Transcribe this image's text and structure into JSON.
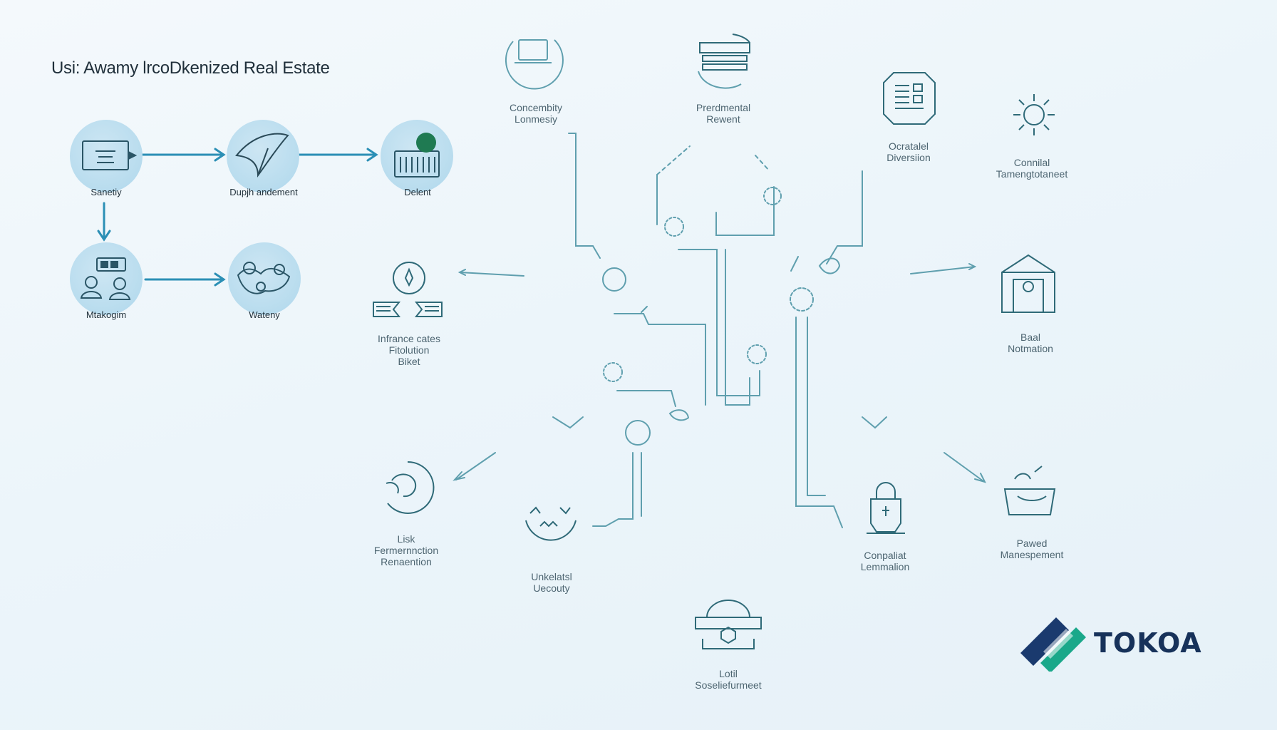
{
  "title": "Usi: Awamy lrcoDkenized Real Estate",
  "flow": {
    "nodes": [
      {
        "label": "Sanetiy"
      },
      {
        "label": "Dupjh andement"
      },
      {
        "label": "Delent"
      },
      {
        "label": "Mtakogim"
      },
      {
        "label": "Wateny"
      }
    ]
  },
  "nodes": {
    "concembity": {
      "line1": "Concembity",
      "line2": "Lonmesiy"
    },
    "prerdmental": {
      "line1": "Prerdmental",
      "line2": "Rewent"
    },
    "ocratalel": {
      "line1": "Ocratalel",
      "line2": "Diversiion"
    },
    "connilal": {
      "line1": "Connilal",
      "line2": "Tamengtotaneet"
    },
    "infrance": {
      "line1": "Infrance cates",
      "line2": "Fitolution",
      "line3": "Biket"
    },
    "baal": {
      "line1": "Baal",
      "line2": "Notmation"
    },
    "lisk": {
      "line1": "Lisk",
      "line2": "Fermernnction",
      "line3": "Renaention"
    },
    "unkelatsl": {
      "line1": "Unkelatsl",
      "line2": "Uecouty"
    },
    "conpaliat": {
      "line1": "Conpaliat",
      "line2": "Lemmalion"
    },
    "pawed": {
      "line1": "Pawed",
      "line2": "Manespement"
    },
    "lotil": {
      "line1": "Lotil",
      "line2": "Soseliefurmeet"
    }
  },
  "brand": {
    "name": "TOKOA"
  },
  "colors": {
    "accent": "#2b8fb5",
    "line": "#5f9fae",
    "node_fill": "#b8dcee",
    "brand_dark": "#17325a",
    "brand_teal": "#1aa88a"
  }
}
